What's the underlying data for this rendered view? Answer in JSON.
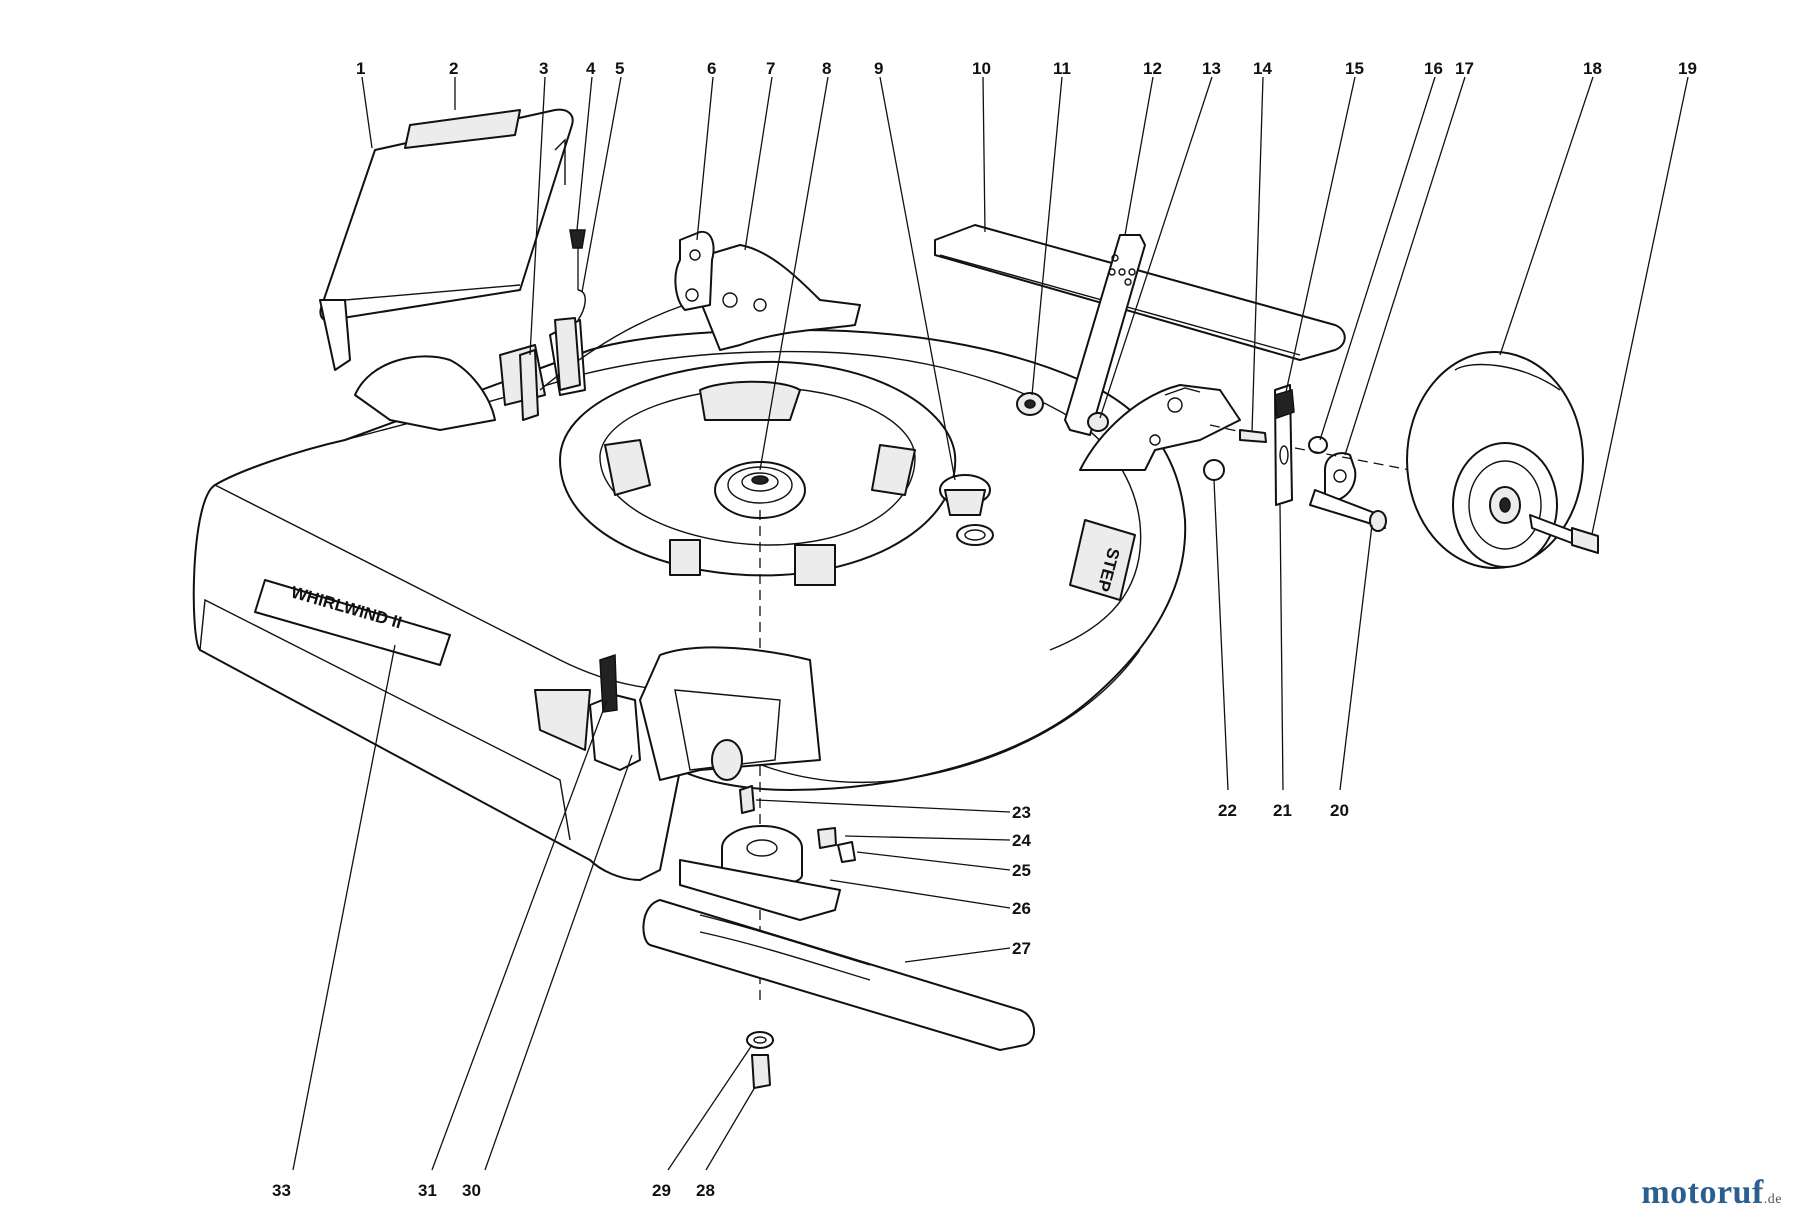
{
  "diagram": {
    "callouts": [
      "1",
      "2",
      "3",
      "4",
      "5",
      "6",
      "7",
      "8",
      "9",
      "10",
      "11",
      "12",
      "13",
      "14",
      "15",
      "16",
      "17",
      "18",
      "19",
      "20",
      "21",
      "22",
      "23",
      "24",
      "25",
      "26",
      "27",
      "28",
      "29",
      "30",
      "31",
      "33"
    ],
    "deck_brand_text": "WHIRLWIND II",
    "step_decal_text": "STEP"
  },
  "watermark": {
    "brand": "motoruf",
    "suffix": ".de",
    "color": "#2b5f8f"
  }
}
